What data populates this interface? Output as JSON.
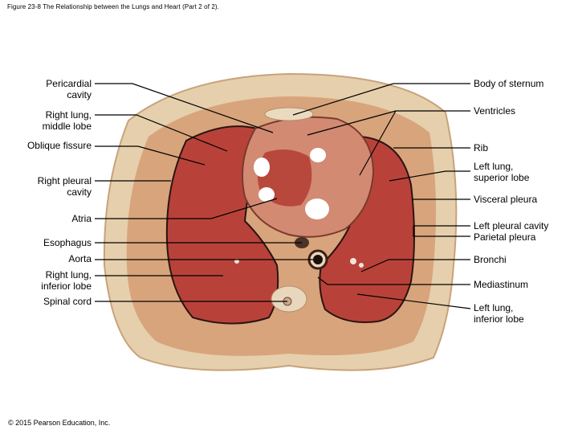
{
  "figure": {
    "title": "Figure 23-8 The Relationship between the Lungs and Heart (Part 2 of 2).",
    "copyright": "© 2015 Pearson Education, Inc."
  },
  "labels_left": [
    {
      "id": "pericardial-cavity",
      "text": "Pericardial\ncavity"
    },
    {
      "id": "right-lung-middle-lobe",
      "text": "Right lung,\nmiddle lobe"
    },
    {
      "id": "oblique-fissure",
      "text": "Oblique fissure"
    },
    {
      "id": "right-pleural-cavity",
      "text": "Right pleural\ncavity"
    },
    {
      "id": "atria",
      "text": "Atria"
    },
    {
      "id": "esophagus",
      "text": "Esophagus"
    },
    {
      "id": "aorta",
      "text": "Aorta"
    },
    {
      "id": "right-lung-inferior-lobe",
      "text": "Right lung,\ninferior lobe"
    },
    {
      "id": "spinal-cord",
      "text": "Spinal cord"
    }
  ],
  "labels_right": [
    {
      "id": "body-of-sternum",
      "text": "Body of sternum"
    },
    {
      "id": "ventricles",
      "text": "Ventricles"
    },
    {
      "id": "rib",
      "text": "Rib"
    },
    {
      "id": "left-lung-superior-lobe",
      "text": "Left lung,\nsuperior lobe"
    },
    {
      "id": "visceral-pleura",
      "text": "Visceral pleura"
    },
    {
      "id": "left-pleural-cavity",
      "text": "Left pleural cavity"
    },
    {
      "id": "parietal-pleura",
      "text": "Parietal pleura"
    },
    {
      "id": "bronchi",
      "text": "Bronchi"
    },
    {
      "id": "mediastinum",
      "text": "Mediastinum"
    },
    {
      "id": "left-lung-inferior-lobe",
      "text": "Left lung,\ninferior lobe"
    }
  ],
  "colors": {
    "tissue_outer": "#e8d2b0",
    "tissue_mid": "#d9a880",
    "lung": "#b9443c",
    "lung_dark": "#8e2a25",
    "heart": "#cf8470",
    "pleura_line": "#2a1410",
    "leader_line": "#000000"
  }
}
